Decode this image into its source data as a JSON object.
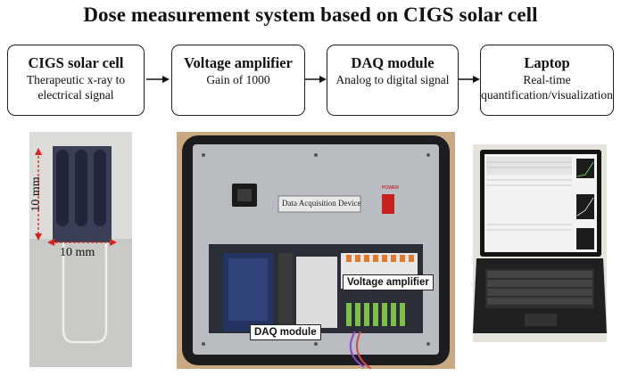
{
  "title": "Dose measurement system based on CIGS solar cell",
  "stages": [
    {
      "heading": "CIGS solar cell",
      "line1": "Therapeutic x-ray to",
      "line2": "electrical signal"
    },
    {
      "heading": "Voltage amplifier",
      "line1": "Gain of 1000",
      "line2": ""
    },
    {
      "heading": "DAQ module",
      "line1": "Analog to digital signal",
      "line2": ""
    },
    {
      "heading": "Laptop",
      "line1": "Real-time",
      "line2": "quantification/visualization"
    }
  ],
  "photo_cell": {
    "height_label": "10 mm",
    "width_label": "10 mm"
  },
  "photo_device": {
    "device_label": "Data Acquisition Device",
    "power_label": "POWER",
    "daq_label": "DAQ module",
    "amp_label": "Voltage amplifier"
  },
  "colors": {
    "dimension": "#e0201b",
    "border": "#222222"
  }
}
